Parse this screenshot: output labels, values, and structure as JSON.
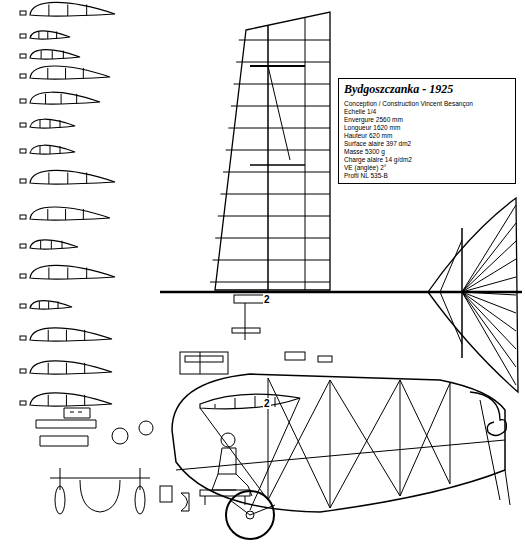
{
  "diagram": {
    "nodes": [
      {
        "text": [
          "Bydgoszczanka - 1925",
          "Conception / Construction Vincent Besançon",
          "Echelle 1/4",
          "Envergure 2560 mm",
          "Longueur 1620 mm",
          "Hauteur 620 mm",
          "Surface alaire 397 dm2",
          "Masse 5300 g",
          "Charge alaire 14 g/dm2",
          "VE (anglée) 2°",
          "Profil NL 535-B"
        ]
      }
    ],
    "labels": [
      "2",
      "2"
    ]
  }
}
